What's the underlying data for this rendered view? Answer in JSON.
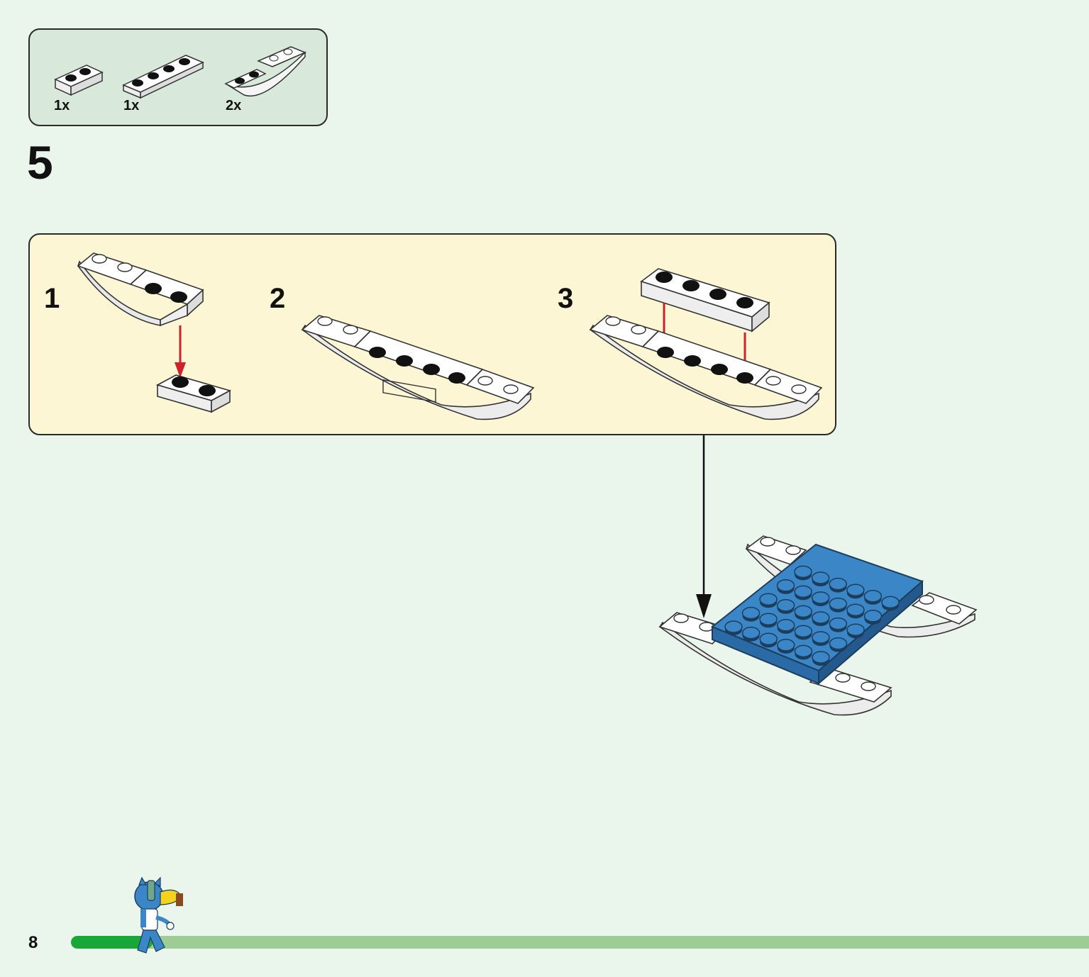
{
  "parts_box": {
    "items": [
      {
        "qty": "1x",
        "icon": "plate-1x2-icon"
      },
      {
        "qty": "1x",
        "icon": "plate-1x4-icon"
      },
      {
        "qty": "2x",
        "icon": "curved-slope-icon"
      }
    ]
  },
  "step": {
    "number": "5",
    "substeps": [
      {
        "number": "1"
      },
      {
        "number": "2"
      },
      {
        "number": "3"
      }
    ]
  },
  "footer": {
    "page_number": "8",
    "progress": 0.08
  },
  "colors": {
    "background": "#eaf5ec",
    "parts_box": "#d8e8da",
    "substep_box": "#fdf6d4",
    "blue_plate": "#3b86c6",
    "arrow_red": "#d0202a",
    "progress_fill": "#1aa73a",
    "progress_track": "#9dcd95"
  }
}
